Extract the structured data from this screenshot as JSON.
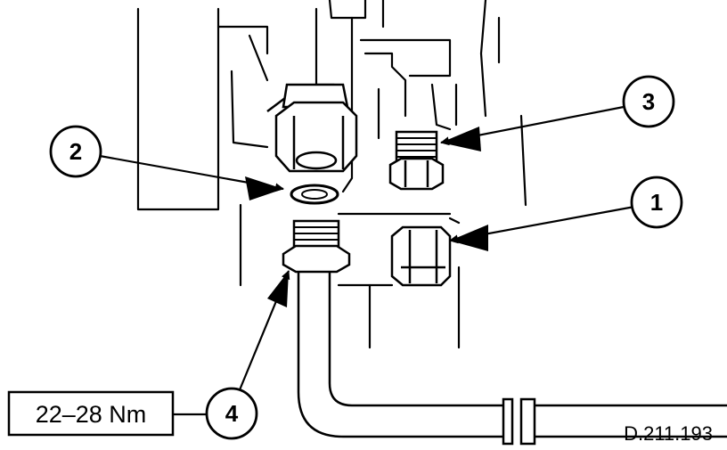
{
  "callouts": [
    {
      "id": "1",
      "label": "1"
    },
    {
      "id": "2",
      "label": "2"
    },
    {
      "id": "3",
      "label": "3"
    },
    {
      "id": "4",
      "label": "4"
    }
  ],
  "torque_spec": "22–28 Nm",
  "figure_ref": "D.211.193"
}
